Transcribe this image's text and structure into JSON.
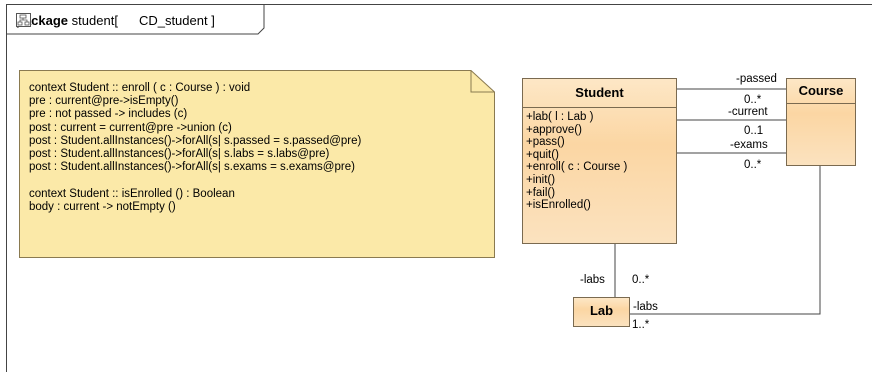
{
  "frame": {
    "keyword": "package",
    "name": "student[",
    "diagram_name": "CD_student ]",
    "icon": "class-diagram-icon"
  },
  "note": {
    "lines": [
      "context Student :: enroll ( c : Course ) : void",
      "pre : current@pre->isEmpty()",
      "pre : not passed -> includes (c)",
      "post : current = current@pre ->union (c)",
      "post : Student.allInstances()->forAll(s| s.passed = s.passed@pre)",
      "post : Student.allInstances()->forAll(s| s.labs = s.labs@pre)",
      "post : Student.allInstances()->forAll(s| s.exams = s.exams@pre)",
      "",
      "context Student :: isEnrolled () : Boolean",
      "body : current -> notEmpty ()"
    ]
  },
  "classes": {
    "student": {
      "name": "Student",
      "operations": [
        "+lab( l : Lab )",
        "+approve()",
        "+pass()",
        "+quit()",
        "+enroll( c : Course )",
        "+init()",
        "+fail()",
        "+isEnrolled()"
      ]
    },
    "course": {
      "name": "Course"
    },
    "lab": {
      "name": "Lab"
    }
  },
  "associations": {
    "passed": {
      "role": "-passed",
      "multiplicity": "0..*"
    },
    "current": {
      "role": "-current",
      "multiplicity": "0..1"
    },
    "exams": {
      "role": "-exams",
      "multiplicity": "0..*"
    },
    "student_labs": {
      "role": "-labs",
      "multiplicity": "0..*"
    },
    "course_labs": {
      "role": "-labs",
      "multiplicity": "1..*"
    }
  },
  "colors": {
    "class_fill": "#fbd6a3",
    "note_fill": "#fbe9a8",
    "line": "#444444"
  }
}
